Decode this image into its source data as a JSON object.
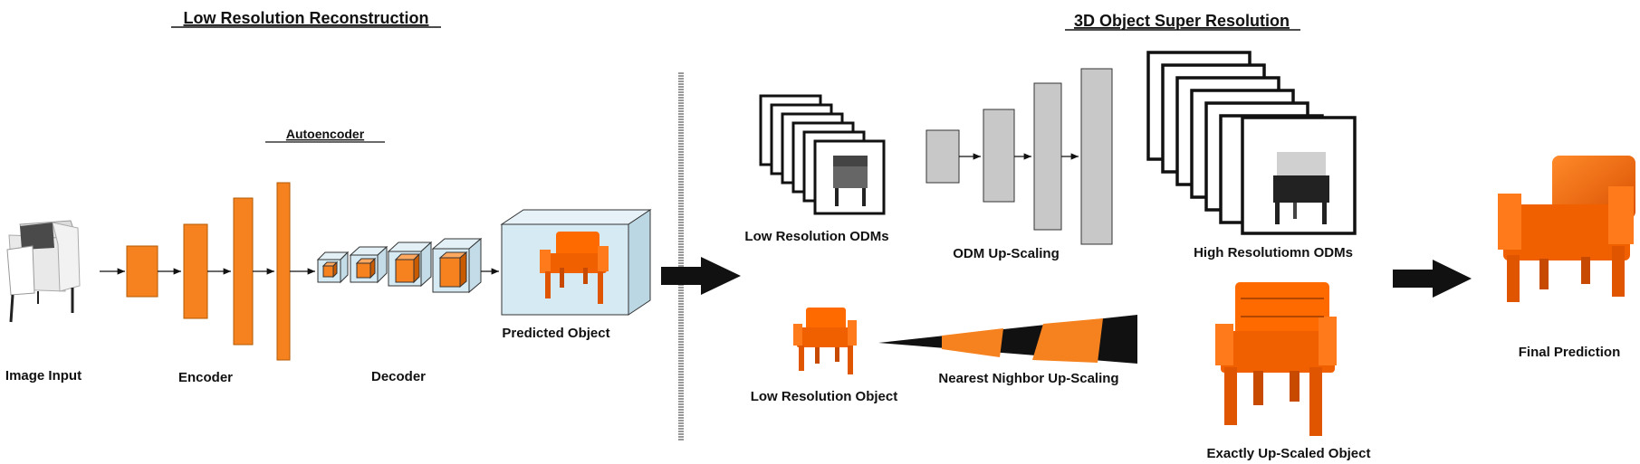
{
  "sections": {
    "left_title": "Low Resolution Reconstruction",
    "right_title": "3D Object Super Resolution"
  },
  "labels": {
    "autoencoder": "Autoencoder",
    "image_input": "Image Input",
    "encoder": "Encoder",
    "decoder": "Decoder",
    "predicted_object": "Predicted Object",
    "low_res_odms": "Low Resolution ODMs",
    "odm_upscaling": "ODM Up-Scaling",
    "high_res_odms": "High Resolutiomn ODMs",
    "low_res_object": "Low Resolution Object",
    "nn_upscaling": "Nearest Nighbor Up-Scaling",
    "exactly_upscaled": "Exactly Up-Scaled Object",
    "final_prediction": "Final Prediction"
  },
  "colors": {
    "orange": "#f5811f",
    "orange_dark": "#c85a00",
    "voxel_orange": "#ff6a00",
    "box_blue": "#d6eaf3",
    "gray_layer": "#c8c8c8",
    "divider": "#9a9a9a"
  }
}
